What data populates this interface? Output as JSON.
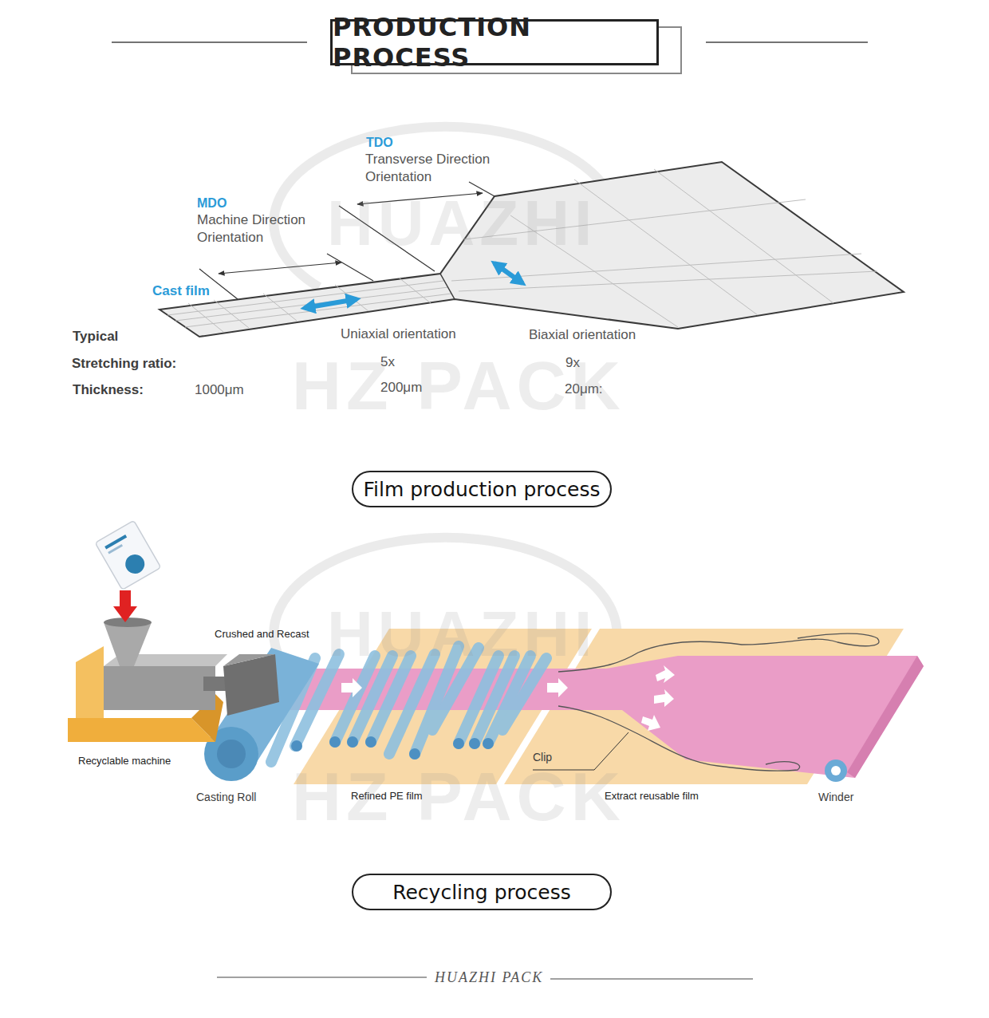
{
  "diagram": {
    "title": "PRODUCTION PROCESS",
    "nodes": [
      {
        "text": [
          "Film production process"
        ]
      },
      {
        "text": [
          "Recycling process"
        ]
      }
    ],
    "labels": [
      "TDO",
      "Transverse Direction Orientation",
      "MDO",
      "Machine Direction Orientation",
      "Cast film",
      "Typical",
      "Stretching ratio:",
      "Thickness:",
      "1000μm",
      "Uniaxial orientation",
      "5x",
      "200μm",
      "Biaxial orientation",
      "9x",
      "20μm:",
      "Crushed and Recast",
      "Recyclable machine",
      "Casting Roll",
      "Refined PE film",
      "Clip",
      "Extract reusable film",
      "Winder",
      "HUAZHI",
      "HZ PACK",
      "HUAZHI",
      "HZ PACK",
      "HUAZHI PACK"
    ]
  }
}
